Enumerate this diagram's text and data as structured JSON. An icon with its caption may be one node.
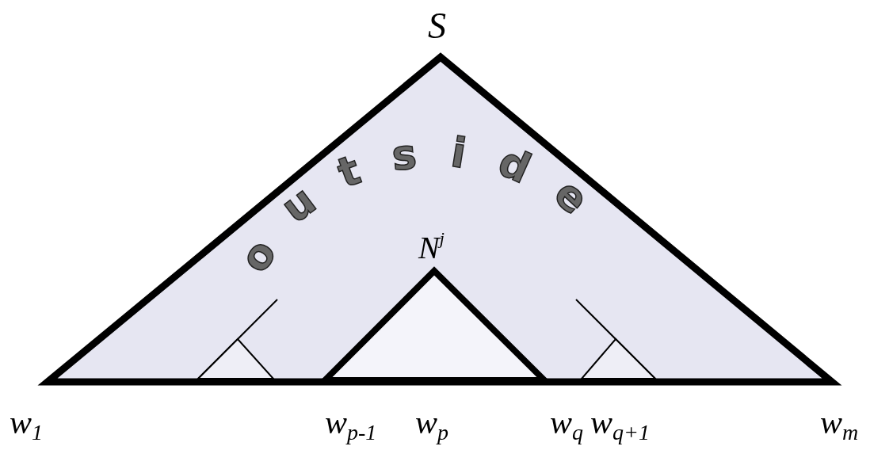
{
  "diagram": {
    "nodes": [
      {
        "text": [
          "S",
          "outside"
        ]
      },
      {
        "text": [
          "N$^{j}$"
        ],
        "in": 0
      },
      {
        "text": [],
        "shape": "triangle",
        "in": 0
      },
      {
        "text": [],
        "shape": "triangle",
        "in": 0
      }
    ],
    "labels": [
      "w$_{1}$",
      "w$_{p-1}$",
      "w$_{p}$",
      "w$_{q}$",
      "w$_{q+1}$",
      "w$_{m}$"
    ]
  }
}
